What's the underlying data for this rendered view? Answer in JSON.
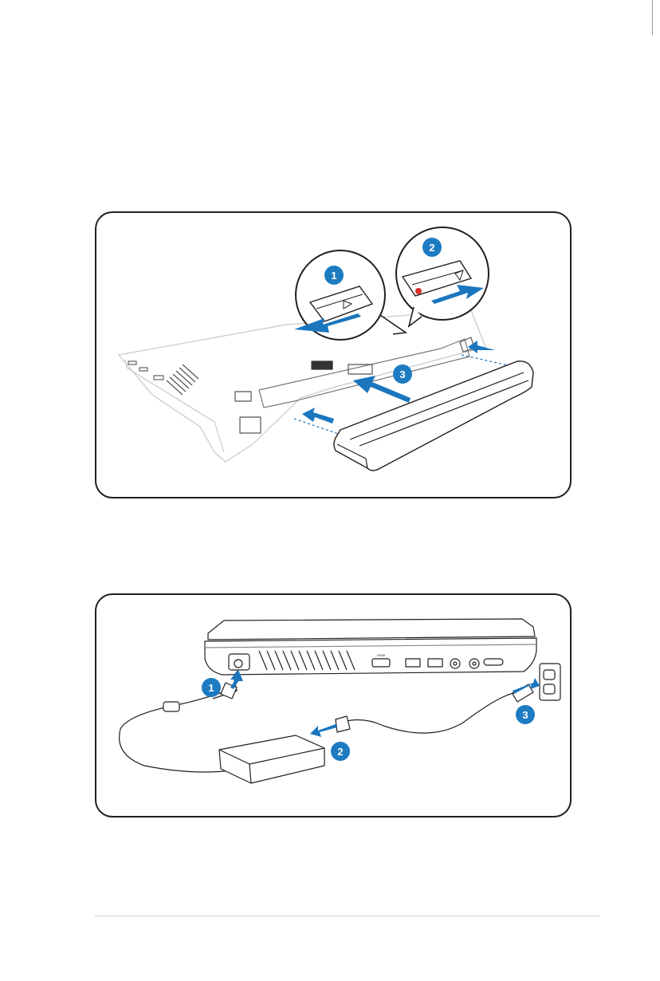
{
  "figures": [
    {
      "id": "battery-installation",
      "steps": [
        "1",
        "2",
        "3"
      ],
      "colors": {
        "step_circle": "#1d7bc1",
        "arrow": "#1b76bd",
        "outline": "#231f20",
        "latch_dot": "#d6312b"
      }
    },
    {
      "id": "ac-power-connection",
      "steps": [
        "1",
        "2",
        "3"
      ],
      "port_labels": [
        "HDMI"
      ],
      "colors": {
        "step_circle": "#1d7bc1",
        "arrow": "#1b76bd",
        "outline": "#231f20"
      }
    }
  ]
}
